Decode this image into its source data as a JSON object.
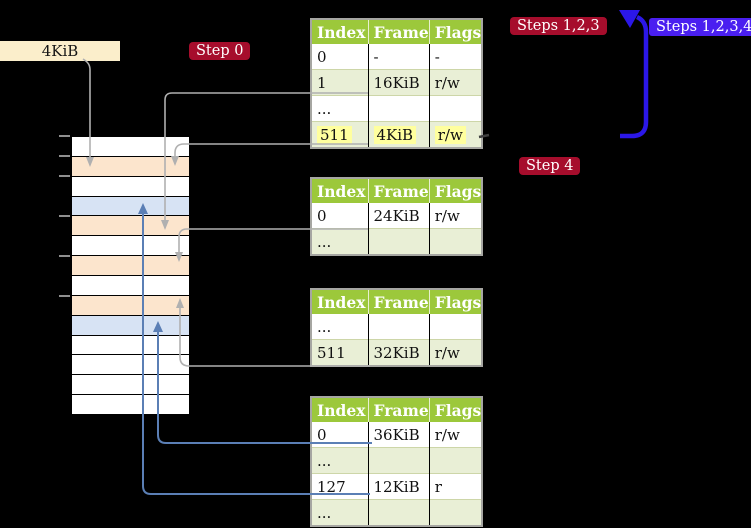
{
  "labels": {
    "page_size": "4KiB",
    "step0": "Step 0",
    "steps123": "Steps 1,2,3",
    "steps1234": "Steps 1,2,3,4",
    "step4": "Step 4"
  },
  "colors": {
    "header_green": "#9cc83b",
    "shaded_row": "#e9efd6",
    "highlight_yellow": "#ffff9e",
    "cream_box": "#fbeecb",
    "peach_frame": "#fce5cd",
    "blue_frame": "#d7e3f4",
    "crimson_label": "#a60d2c",
    "blue_label": "#4a1ff0",
    "arrow_gray": "#b0b0b0",
    "arrow_steelblue": "#5b7fb5",
    "arrow_blue": "#2b17e8"
  },
  "tables": [
    {
      "name": "page-table-top",
      "headers": [
        "Index",
        "Frame",
        "Flags"
      ],
      "rows": [
        {
          "cells": [
            "0",
            "-",
            "-"
          ],
          "shaded": false,
          "highlight": false
        },
        {
          "cells": [
            "1",
            "16KiB",
            "r/w"
          ],
          "shaded": true,
          "highlight": false
        },
        {
          "cells": [
            "...",
            "",
            ""
          ],
          "shaded": false,
          "highlight": false
        },
        {
          "cells": [
            "511",
            "4KiB",
            "r/w"
          ],
          "shaded": true,
          "highlight": true
        }
      ]
    },
    {
      "name": "page-table-second",
      "headers": [
        "Index",
        "Frame",
        "Flags"
      ],
      "rows": [
        {
          "cells": [
            "0",
            "24KiB",
            "r/w"
          ],
          "shaded": false,
          "highlight": false
        },
        {
          "cells": [
            "...",
            "",
            ""
          ],
          "shaded": true,
          "highlight": false
        }
      ]
    },
    {
      "name": "page-table-third",
      "headers": [
        "Index",
        "Frame",
        "Flags"
      ],
      "rows": [
        {
          "cells": [
            "...",
            "",
            ""
          ],
          "shaded": false,
          "highlight": false
        },
        {
          "cells": [
            "511",
            "32KiB",
            "r/w"
          ],
          "shaded": true,
          "highlight": false
        }
      ]
    },
    {
      "name": "page-table-fourth",
      "headers": [
        "Index",
        "Frame",
        "Flags"
      ],
      "rows": [
        {
          "cells": [
            "0",
            "36KiB",
            "r/w"
          ],
          "shaded": false,
          "highlight": false
        },
        {
          "cells": [
            "...",
            "",
            ""
          ],
          "shaded": true,
          "highlight": false
        },
        {
          "cells": [
            "127",
            "12KiB",
            "r"
          ],
          "shaded": false,
          "highlight": false
        },
        {
          "cells": [
            "...",
            "",
            ""
          ],
          "shaded": true,
          "highlight": false
        }
      ]
    }
  ],
  "memory_stack": {
    "rows": [
      "white",
      "peach",
      "white",
      "blue",
      "peach",
      "white",
      "peach",
      "white",
      "peach",
      "blue",
      "white",
      "white",
      "white",
      "white"
    ]
  }
}
